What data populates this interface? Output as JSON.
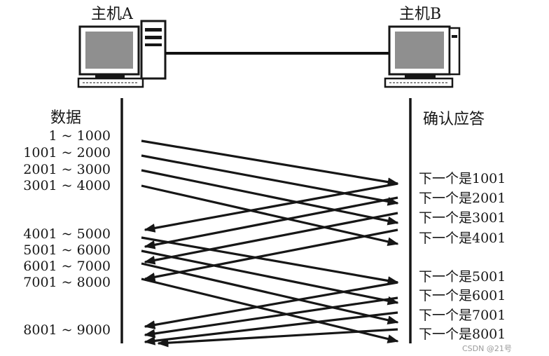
{
  "hosts": {
    "a_label": "主机A",
    "b_label": "主机B"
  },
  "columns": {
    "data_header": "数据",
    "ack_header": "确认应答"
  },
  "segments": [
    "1 ~ 1000",
    "1001 ~ 2000",
    "2001 ~ 3000",
    "3001 ~ 4000",
    "4001 ~ 5000",
    "5001 ~ 6000",
    "6001 ~ 7000",
    "7001 ~ 8000",
    "8001 ~ 9000"
  ],
  "acks": [
    "下一个是1001",
    "下一个是2001",
    "下一个是3001",
    "下一个是4001",
    "下一个是5001",
    "下一个是6001",
    "下一个是7001",
    "下一个是8001"
  ],
  "watermark": "CSDN @21号",
  "colors": {
    "ink": "#161616",
    "screen": "#8f8f8f",
    "cable": "#111111",
    "watermark": "#9a9a9a"
  }
}
